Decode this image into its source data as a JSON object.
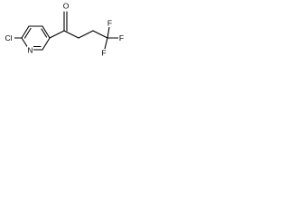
{
  "molecule": {
    "atoms": {
      "cl": "Cl",
      "n": "N",
      "o": "O",
      "f1": "F",
      "f2": "F",
      "f3": "F"
    }
  }
}
